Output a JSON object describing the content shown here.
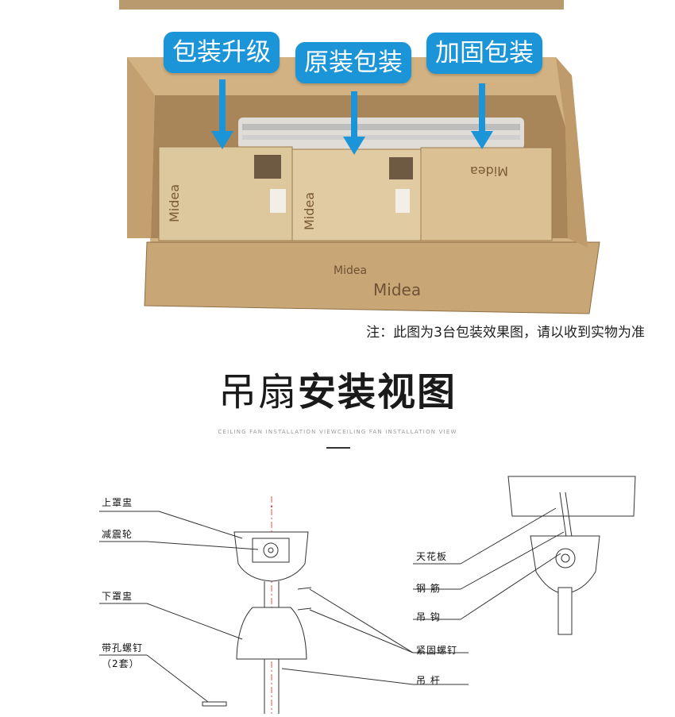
{
  "bubbles": {
    "upgrade": "包装升级",
    "original": "原装包装",
    "reinforced": "加固包装"
  },
  "note": "注：此图为3台包装效果图，请以收到实物为准",
  "title": {
    "light": "吊扇",
    "bold": "安装视图"
  },
  "subtitle": "CEILING FAN INSTALLATION VIEWCEILING FAN INSTALLATION VIEW",
  "diagram": {
    "left_labels": {
      "upper_cover": "上罩盅",
      "damper_wheel": "减震轮",
      "lower_cover": "下罩盅",
      "hole_screw": "带孔螺钉",
      "hole_screw_qty": "（2套）"
    },
    "right_labels": {
      "ceiling": "天花板",
      "rebar": "钢  筋",
      "hook": "吊  钩",
      "tighten_screw": "紧固螺钉",
      "rod": "吊  杆"
    }
  },
  "colors": {
    "bubble": "#1b95d8",
    "cardboard": "#c9a675"
  }
}
